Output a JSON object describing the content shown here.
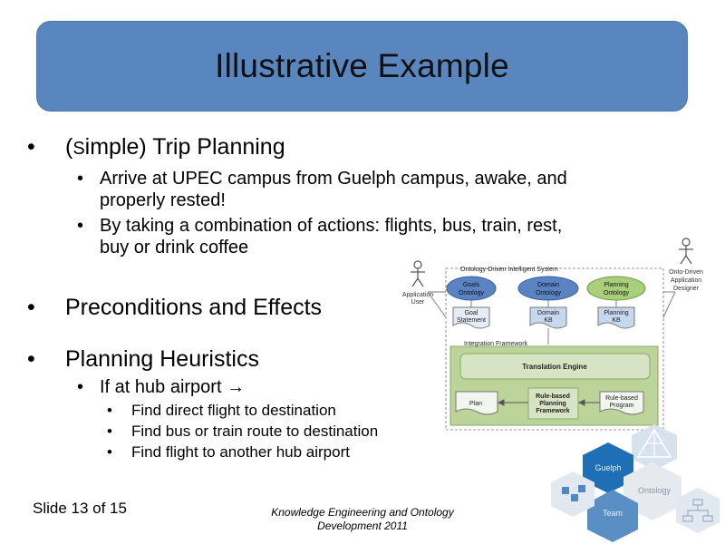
{
  "title": "Illustrative Example",
  "bullets": {
    "b1": {
      "open": "(",
      "small": "S",
      "rest": "imple) Trip Planning"
    },
    "b1_sub1": {
      "line1": "Arrive at UPEC campus from Guelph campus, awake, and",
      "line2": "properly rested!"
    },
    "b1_sub2": {
      "line1": "By taking a combination of actions: flights, bus, train, rest,",
      "line2": "buy or drink coffee"
    },
    "b2": "Preconditions and Effects",
    "b3": "Planning Heuristics",
    "b3_sub1": "If at hub airport",
    "b3_subsub": [
      "Find direct flight to destination",
      "Find bus or train route to destination",
      "Find flight to another hub airport"
    ]
  },
  "footer": {
    "slide_number": "Slide 13 of 15",
    "course_line1": "Knowledge Engineering and Ontology",
    "course_line2": "Development 2011"
  },
  "diagram": {
    "system_label": "Ontology-Driven Intelligent System",
    "application_user": [
      "Application",
      "User"
    ],
    "designer": [
      "Onto-Driven",
      "Application",
      "Designer"
    ],
    "ontologies": [
      [
        "Goals",
        "Ontology"
      ],
      [
        "Domain",
        "Ontology"
      ],
      [
        "Planning",
        "Ontology"
      ]
    ],
    "kbs": [
      [
        "Goal",
        "Statement"
      ],
      [
        "Domain",
        "KB"
      ],
      [
        "Planning",
        "KB"
      ]
    ],
    "integration_label": "Integration Framework",
    "translation_engine": "Translation Engine",
    "plan": "Plan",
    "planning_framework": [
      "Rule-based",
      "Planning",
      "Framework"
    ],
    "rule_program": [
      "Rule-based",
      "Program"
    ]
  },
  "logo_hexes": [
    "Guelph",
    "Ontology",
    "Team"
  ],
  "colors": {
    "title_bar": "#5a86c0",
    "ontology_ellipse": "#5a83c4",
    "planning_ellipse": "#a9cf7a",
    "framework_green": "#bcd39a",
    "hex_blue": "#1f6fb6"
  }
}
